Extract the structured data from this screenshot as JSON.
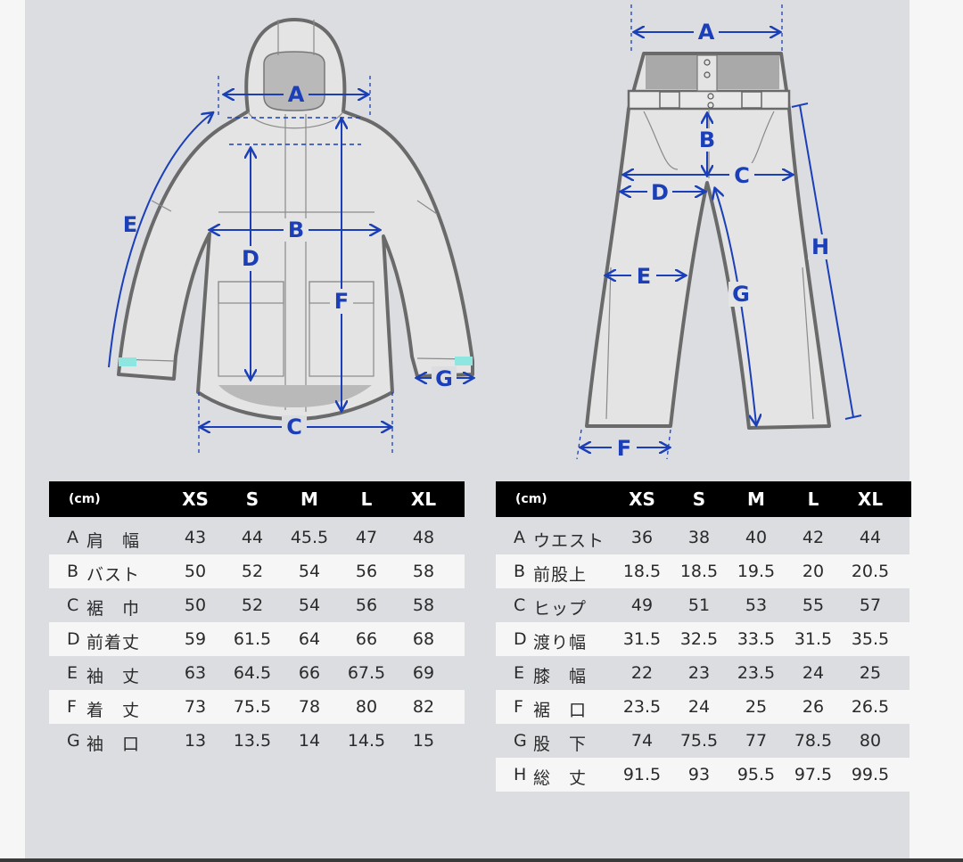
{
  "colors": {
    "dimension": "#1b3fb8",
    "garment_fill": "#e4e4e4",
    "garment_stroke": "#6a6a6a",
    "cuff": "#8ee6e0",
    "header": "#000000"
  },
  "jacket_diagram": {
    "labels": {
      "A": "A",
      "B": "B",
      "C": "C",
      "D": "D",
      "E": "E",
      "F": "F",
      "G": "G"
    }
  },
  "pants_diagram": {
    "labels": {
      "A": "A",
      "B": "B",
      "C": "C",
      "D": "D",
      "E": "E",
      "F": "F",
      "G": "G",
      "H": "H"
    }
  },
  "jacket_table": {
    "unit": "(cm)",
    "sizes": [
      "XS",
      "S",
      "M",
      "L",
      "XL"
    ],
    "rows": [
      {
        "letter": "A",
        "name": "肩　幅",
        "values": [
          "43",
          "44",
          "45.5",
          "47",
          "48"
        ]
      },
      {
        "letter": "B",
        "name": "バスト",
        "values": [
          "50",
          "52",
          "54",
          "56",
          "58"
        ]
      },
      {
        "letter": "C",
        "name": "裾　巾",
        "values": [
          "50",
          "52",
          "54",
          "56",
          "58"
        ]
      },
      {
        "letter": "D",
        "name": "前着丈",
        "values": [
          "59",
          "61.5",
          "64",
          "66",
          "68"
        ]
      },
      {
        "letter": "E",
        "name": "袖　丈",
        "values": [
          "63",
          "64.5",
          "66",
          "67.5",
          "69"
        ]
      },
      {
        "letter": "F",
        "name": "着　丈",
        "values": [
          "73",
          "75.5",
          "78",
          "80",
          "82"
        ]
      },
      {
        "letter": "G",
        "name": "袖　口",
        "values": [
          "13",
          "13.5",
          "14",
          "14.5",
          "15"
        ]
      }
    ]
  },
  "pants_table": {
    "unit": "(cm)",
    "sizes": [
      "XS",
      "S",
      "M",
      "L",
      "XL"
    ],
    "rows": [
      {
        "letter": "A",
        "name": "ウエスト",
        "values": [
          "36",
          "38",
          "40",
          "42",
          "44"
        ]
      },
      {
        "letter": "B",
        "name": "前股上",
        "values": [
          "18.5",
          "18.5",
          "19.5",
          "20",
          "20.5"
        ]
      },
      {
        "letter": "C",
        "name": "ヒップ",
        "values": [
          "49",
          "51",
          "53",
          "55",
          "57"
        ]
      },
      {
        "letter": "D",
        "name": "渡り幅",
        "values": [
          "31.5",
          "32.5",
          "33.5",
          "31.5",
          "35.5"
        ]
      },
      {
        "letter": "E",
        "name": "膝　幅",
        "values": [
          "22",
          "23",
          "23.5",
          "24",
          "25"
        ]
      },
      {
        "letter": "F",
        "name": "裾　口",
        "values": [
          "23.5",
          "24",
          "25",
          "26",
          "26.5"
        ]
      },
      {
        "letter": "G",
        "name": "股　下",
        "values": [
          "74",
          "75.5",
          "77",
          "78.5",
          "80"
        ]
      },
      {
        "letter": "H",
        "name": "総　丈",
        "values": [
          "91.5",
          "93",
          "95.5",
          "97.5",
          "99.5"
        ]
      }
    ]
  }
}
